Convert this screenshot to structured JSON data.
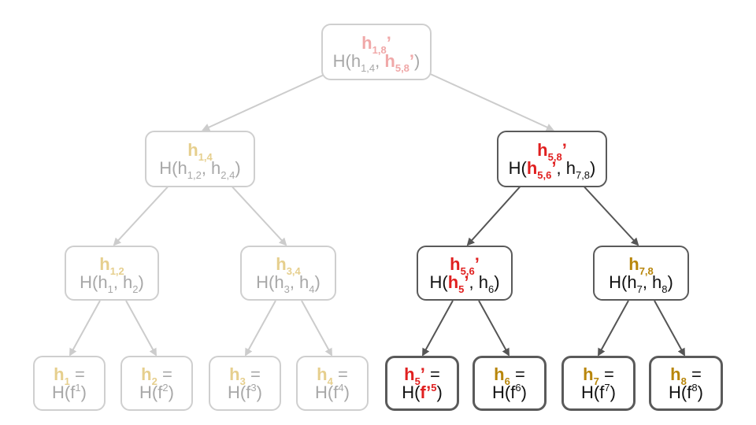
{
  "nodes": {
    "n18": {
      "h": "h",
      "sub": "1,8",
      "prime": "’",
      "f_pre": "H(h",
      "f_sub1": "1,4",
      "f_mid": ", ",
      "f_red": "h",
      "f_redsub": "5,8",
      "f_redprime": "’",
      "f_post": ")"
    },
    "n14": {
      "h": "h",
      "sub": "1,4",
      "f_pre": "H(h",
      "f_sub1": "1,2",
      "f_mid": ", h",
      "f_sub2": "2,4",
      "f_post": ")"
    },
    "n58": {
      "h": "h",
      "sub": "5,8",
      "prime": "’",
      "f_pre": "H(",
      "f_red": "h",
      "f_redsub": "5,6",
      "f_redprime": "’",
      "f_mid": ", h",
      "f_sub2": "7,8",
      "f_post": ")"
    },
    "n12": {
      "h": "h",
      "sub": "1,2",
      "f_pre": "H(h",
      "f_sub1": "1",
      "f_mid": ", h",
      "f_sub2": "2",
      "f_post": ")"
    },
    "n34": {
      "h": "h",
      "sub": "3,4",
      "f_pre": "H(h",
      "f_sub1": "3",
      "f_mid": ", h",
      "f_sub2": "4",
      "f_post": ")"
    },
    "n56": {
      "h": "h",
      "sub": "5,6",
      "prime": "’",
      "f_pre": "H(",
      "f_red": "h",
      "f_redsub": "5",
      "f_redprime": "’",
      "f_mid": ", h",
      "f_sub2": "6",
      "f_post": ")"
    },
    "n78": {
      "h": "h",
      "sub": "7,8",
      "f_pre": "H(h",
      "f_sub1": "7",
      "f_mid": ", h",
      "f_sub2": "8",
      "f_post": ")"
    },
    "l1": {
      "h": "h",
      "sub": "1",
      "eq": " =",
      "f_pre": "H(f",
      "f_sup": "1",
      "f_post": ")"
    },
    "l2": {
      "h": "h",
      "sub": "2",
      "eq": " =",
      "f_pre": "H(f",
      "f_sup": "2",
      "f_post": ")"
    },
    "l3": {
      "h": "h",
      "sub": "3",
      "eq": " =",
      "f_pre": "H(f",
      "f_sup": "3",
      "f_post": ")"
    },
    "l4": {
      "h": "h",
      "sub": "4",
      "eq": " =",
      "f_pre": "H(f",
      "f_sup": "4",
      "f_post": ")"
    },
    "l5": {
      "h": "h",
      "sub": "5",
      "prime": "’",
      "eq": " =",
      "f_pre": "H(",
      "f_red": "f’",
      "f_redsup": "5",
      "f_post": ")"
    },
    "l6": {
      "h": "h",
      "sub": "6",
      "eq": " =",
      "f_pre": "H(f",
      "f_sup": "6",
      "f_post": ")"
    },
    "l7": {
      "h": "h",
      "sub": "7",
      "eq": " =",
      "f_pre": "H(f",
      "f_sup": "7",
      "f_post": ")"
    },
    "l8": {
      "h": "h",
      "sub": "8",
      "eq": " =",
      "f_pre": "H(f",
      "f_sup": "8",
      "f_post": ")"
    }
  },
  "colors": {
    "faded_edge": "#cccccc",
    "active_edge": "#555555",
    "modified": "#e02020",
    "unchanged": "#b8860b"
  }
}
